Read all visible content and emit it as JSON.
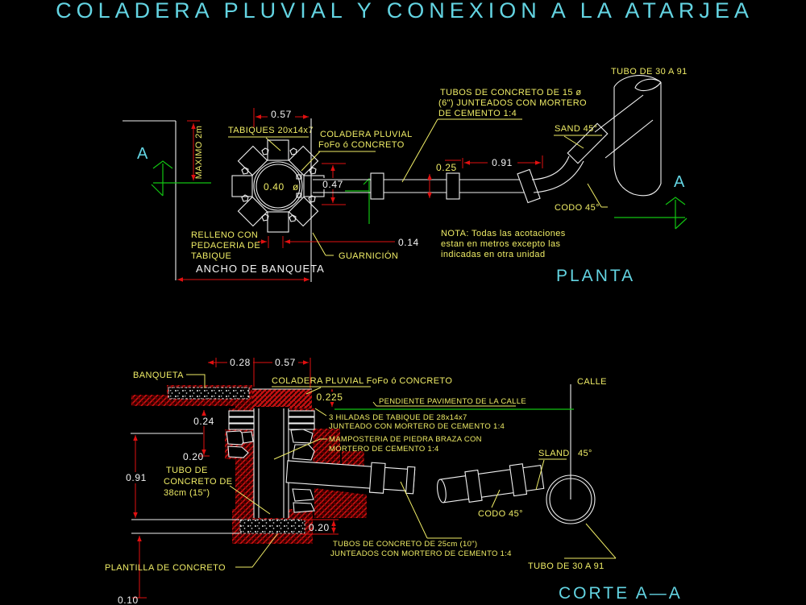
{
  "title": "COLADERA PLUVIAL Y CONEXION A LA ATARJEA",
  "colors": {
    "cyan": "#63d4e2",
    "yellow": "#efec66",
    "white": "#f4f4f4",
    "red": "#e01010",
    "green": "#12c412",
    "hatch_red": "#c01010"
  },
  "plan": {
    "view_label": "PLANTA",
    "section_letter_left": "A",
    "section_letter_right": "A",
    "max_offset_label": "MAXIMO 2m",
    "bricks_label": "TABIQUES 20x14x7",
    "drain_label_1": "COLADERA PLUVIAL",
    "drain_label_2": "FoFo ó CONCRETO",
    "drain_diameter": "0.40",
    "diameter_symbol": "ø",
    "pipes_note_1": "TUBOS DE CONCRETO DE 15 ø",
    "pipes_note_2": "(6\") JUNTEADOS CON MORTERO",
    "pipes_note_3": "DE CEMENTO 1:4",
    "band_label": "SAND 45°",
    "main_pipe_label": "TUBO DE 30 A 91",
    "elbow_label": "CODO 45°",
    "fill_note_1": "RELLENO CON",
    "fill_note_2": "PEDACERIA DE",
    "fill_note_3": "TABIQUE",
    "curb_label": "GUARNICIÓN",
    "sidewalk_width_label": "ANCHO DE BANQUETA",
    "note_1": "NOTA:  Todas las acotaciones",
    "note_2": "estan en metros excepto las",
    "note_3": "indicadas en otra unidad",
    "dims": {
      "d057": "0.57",
      "d047": "0.47",
      "d025": "0.25",
      "d091": "0.91",
      "d014": "0.14"
    }
  },
  "section": {
    "view_label": "CORTE A—A",
    "sidewalk_label": "BANQUETA",
    "drain_label": "COLADERA PLUVIAL FoFo ó CONCRETO",
    "street_label": "CALLE",
    "slope_label": "PENDIENTE PAVIMENTO DE LA CALLE",
    "brick_note_1": "3 HILADAS DE TABIQUE DE 28x14x7",
    "brick_note_2": "JUNTEADO CON MORTERO DE CEMENTO 1:4",
    "masonry_note_1": "MAMPOSTERIA DE PIEDRA BRAZA CON",
    "masonry_note_2": "MORTERO DE CEMENTO 1:4",
    "shaft_pipe_1": "TUBO DE",
    "shaft_pipe_2": "CONCRETO DE",
    "shaft_pipe_3": "38cm (15\")",
    "band_label_left": "SLAND",
    "band_label_right": "45°",
    "elbow_label": "CODO 45°",
    "pipes_note_1": "TUBOS DE CONCRETO DE 25cm (10\")",
    "pipes_note_2": "JUNTEADOS CON MORTERO DE CEMENTO 1:4",
    "main_pipe_label": "TUBO DE 30 A 91",
    "base_label": "PLANTILLA DE CONCRETO",
    "dims": {
      "d028": "0.28",
      "d057": "0.57",
      "d0225": "0.225",
      "d024": "0.24",
      "d020_wall": "0.20",
      "d091": "0.91",
      "d020_base": "0.20",
      "d010": "0.10"
    }
  }
}
